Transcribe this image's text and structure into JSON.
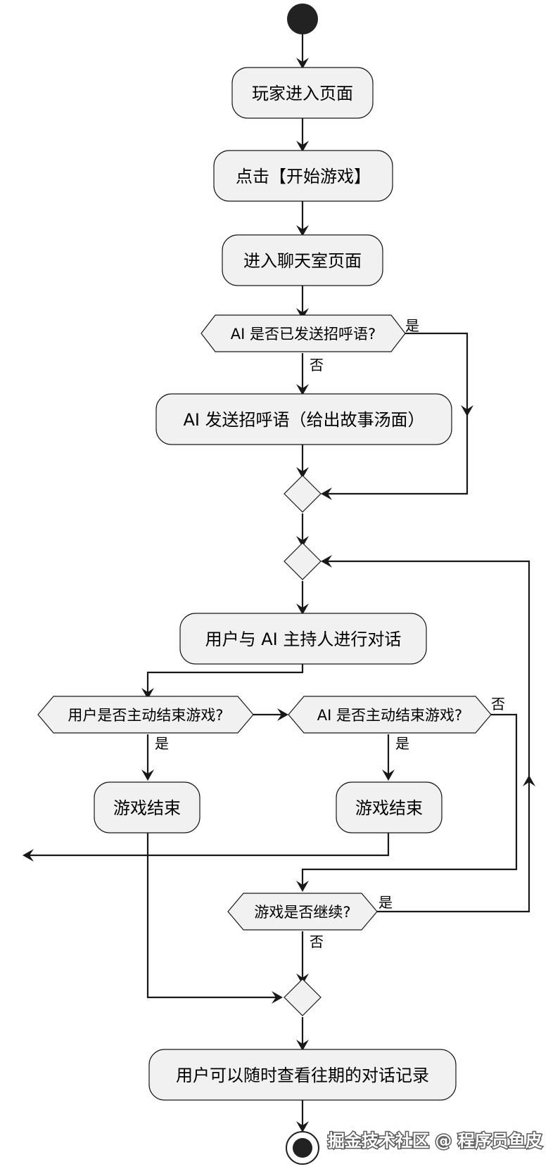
{
  "flow": {
    "steps": {
      "enter_page": "玩家进入页面",
      "click_start": "点击【开始游戏】",
      "enter_chat": "进入聊天室页面",
      "ai_send_greeting": "AI 发送招呼语（给出故事汤面）",
      "user_chat": "用户与 AI 主持人进行对话",
      "game_over_user": "游戏结束",
      "game_over_ai": "游戏结束",
      "view_history": "用户可以随时查看往期的对话记录"
    },
    "decisions": {
      "ai_greeted": "AI 是否已发送招呼语?",
      "user_end": "用户是否主动结束游戏?",
      "ai_end": "AI 是否主动结束游戏?",
      "continue": "游戏是否继续?"
    },
    "branch_labels": {
      "ai_greeted_yes": "是",
      "ai_greeted_no": "否",
      "user_end_yes": "是",
      "ai_end_yes": "是",
      "ai_end_no": "否",
      "continue_yes": "是",
      "continue_no": "否"
    }
  },
  "watermark": "掘金技术社区 @ 程序员鱼皮",
  "colors": {
    "node_fill": "#f1f1f1",
    "stroke": "#181818",
    "text": "#000000"
  }
}
